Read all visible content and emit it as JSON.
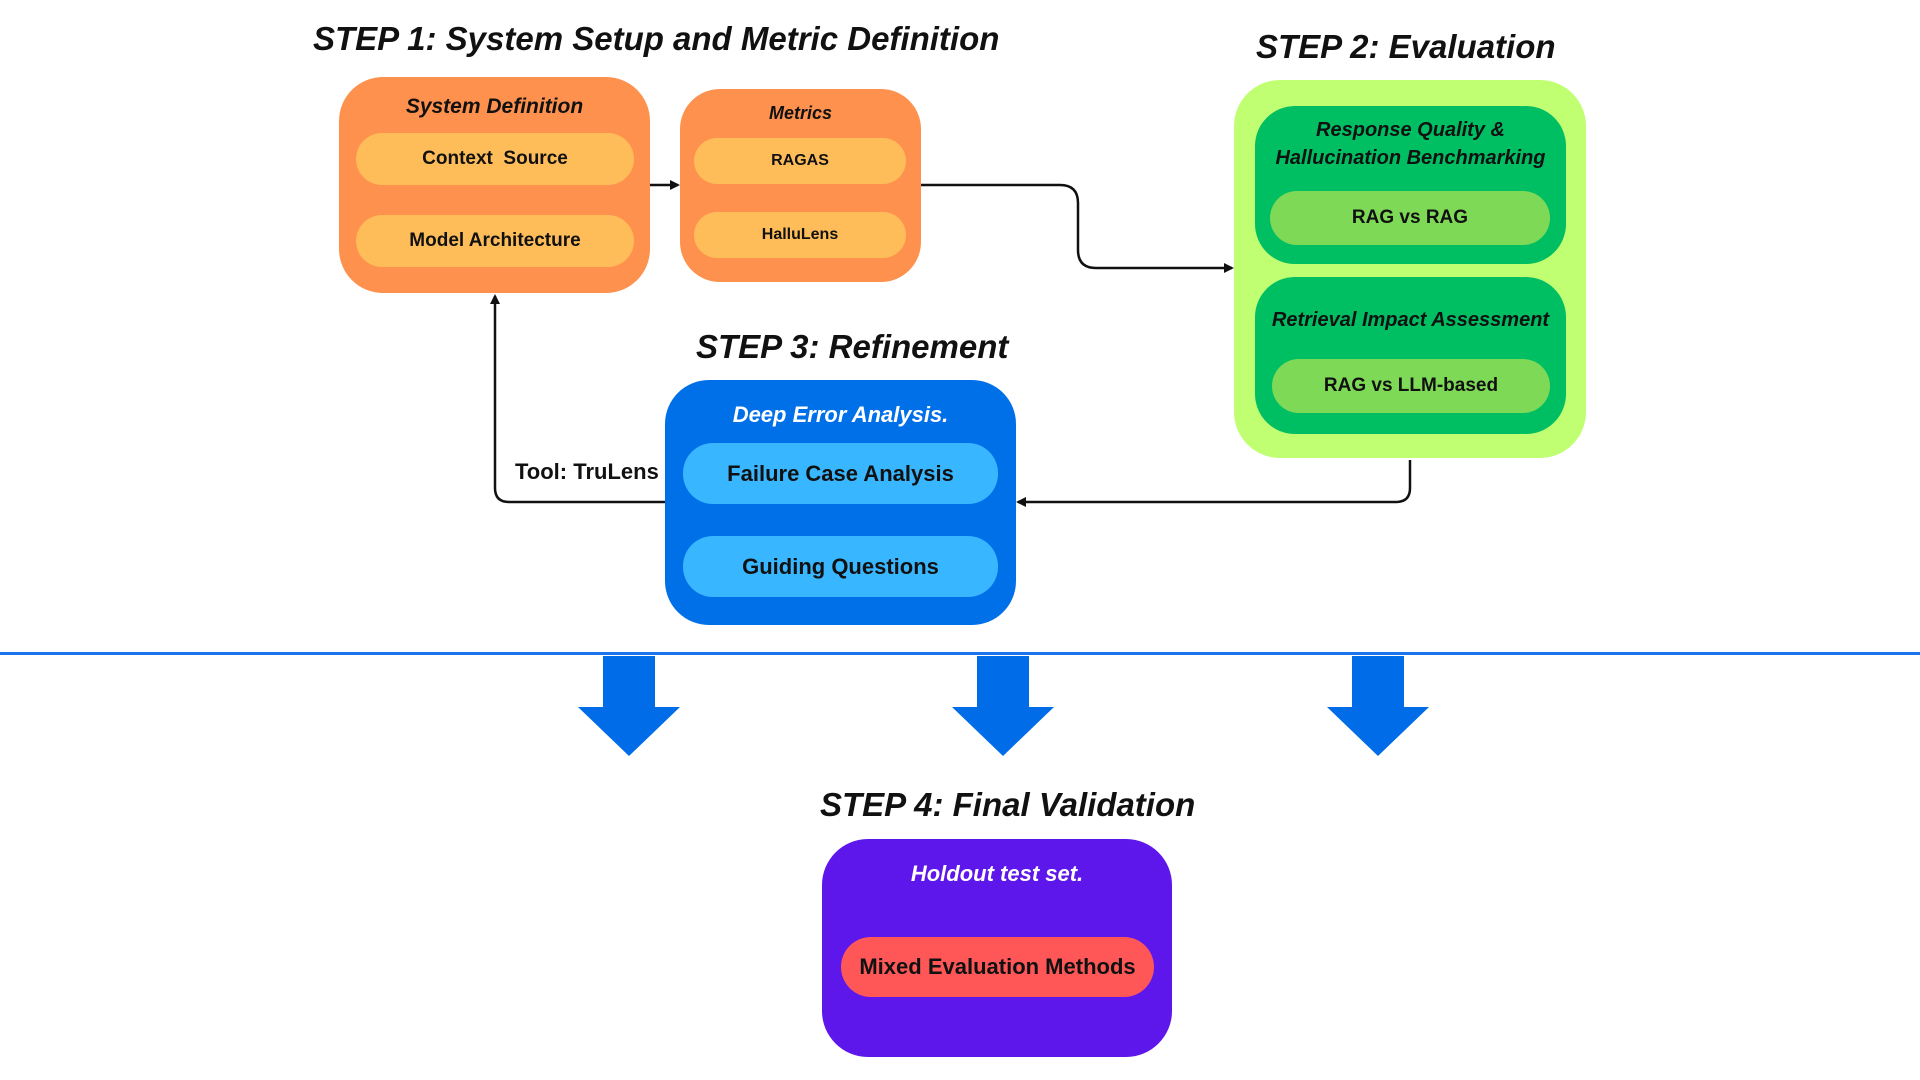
{
  "step1": {
    "title": "STEP 1: System Setup and Metric Definition",
    "system_definition": {
      "title": "System Definition",
      "items": [
        "Context  Source",
        "Model Architecture"
      ]
    },
    "metrics": {
      "title": "Metrics",
      "items": [
        "RAGAS",
        "HalluLens"
      ]
    }
  },
  "step2": {
    "title": "STEP 2:  Evaluation",
    "response_quality": {
      "title_line1": "Response Quality &",
      "title_line2": "Hallucination Benchmarking",
      "item": "RAG vs RAG"
    },
    "retrieval_impact": {
      "title": "Retrieval Impact Assessment",
      "item": "RAG vs LLM-based"
    }
  },
  "step3": {
    "title": "STEP 3: Refinement",
    "panel_title": "Deep Error Analysis.",
    "items": [
      "Failure Case Analysis",
      "Guiding Questions"
    ],
    "tool_label": "Tool: TruLens"
  },
  "step4": {
    "title": "STEP 4: Final Validation",
    "panel_title": "Holdout test set.",
    "item": "Mixed Evaluation Methods"
  },
  "colors": {
    "orange_panel": "#fe914d",
    "orange_pill": "#ffbd59",
    "lime_panel": "#c1ff72",
    "green_sub": "#00bf63",
    "green_pill": "#7ed957",
    "blue_panel": "#0070e8",
    "blue_pill": "#38b6ff",
    "purple_panel": "#5e17eb",
    "red_pill": "#ff5757",
    "divider": "#1a73e8",
    "arrow_blue": "#006ce8"
  }
}
